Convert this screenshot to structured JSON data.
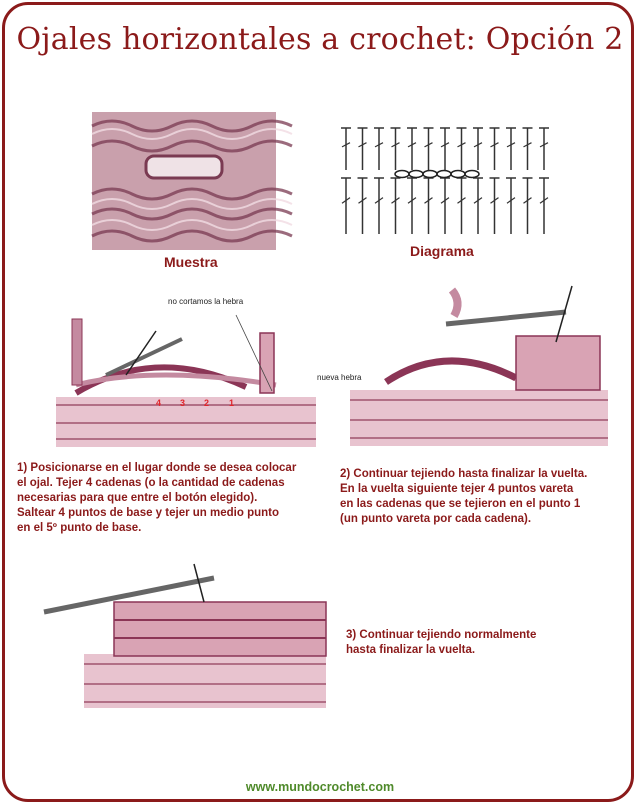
{
  "title": "Ojales horizontales a crochet: Opción 2",
  "captions": {
    "sample": "Muestra",
    "diagram": "Diagrama"
  },
  "labels": {
    "no_cut": "no cortamos la hebra",
    "new_thread": "nueva hebra",
    "count": [
      "4",
      "3",
      "2",
      "1"
    ]
  },
  "steps": [
    {
      "text": "1) Posicionarse en el lugar donde se desea colocar\nel ojal. Tejer 4 cadenas (o la cantidad de cadenas\nnecesarias para que entre el botón elegido).\nSaltear 4 puntos de base y tejer un medio punto\nen el 5º punto de base."
    },
    {
      "text": "2) Continuar tejiendo hasta finalizar la vuelta.\nEn la vuelta siguiente tejer 4 puntos vareta\nen las cadenas que se tejieron en el punto 1\n(un punto vareta por cada cadena)."
    },
    {
      "text": "3) Continuar tejiendo normalmente\nhasta finalizar la vuelta."
    }
  ],
  "footer": "www.mundocrochet.com",
  "colors": {
    "accent": "#8b1a1a",
    "yarn": "#d9a3b4",
    "yarn_dark": "#b26f86",
    "footer": "#4f8a2a"
  }
}
